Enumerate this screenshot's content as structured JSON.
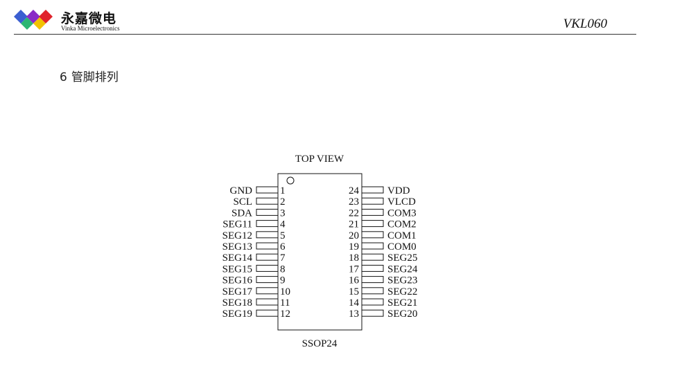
{
  "header": {
    "logo_cn": "永嘉微电",
    "logo_en": "Vinka Microelectronics",
    "doc_title": "VKL060",
    "logo_colors": [
      "#3b5fd1",
      "#8a2bc6",
      "#e0242c",
      "#2bb673",
      "#f2c200"
    ]
  },
  "section": {
    "number": "6",
    "title": "管脚排列"
  },
  "chip": {
    "view_label": "TOP VIEW",
    "package_label": "SSOP24",
    "left_pins": [
      {
        "num": "1",
        "name": "GND"
      },
      {
        "num": "2",
        "name": "SCL"
      },
      {
        "num": "3",
        "name": "SDA"
      },
      {
        "num": "4",
        "name": "SEG11"
      },
      {
        "num": "5",
        "name": "SEG12"
      },
      {
        "num": "6",
        "name": "SEG13"
      },
      {
        "num": "7",
        "name": "SEG14"
      },
      {
        "num": "8",
        "name": "SEG15"
      },
      {
        "num": "9",
        "name": "SEG16"
      },
      {
        "num": "10",
        "name": "SEG17"
      },
      {
        "num": "11",
        "name": "SEG18"
      },
      {
        "num": "12",
        "name": "SEG19"
      }
    ],
    "right_pins": [
      {
        "num": "24",
        "name": "VDD"
      },
      {
        "num": "23",
        "name": "VLCD"
      },
      {
        "num": "22",
        "name": "COM3"
      },
      {
        "num": "21",
        "name": "COM2"
      },
      {
        "num": "20",
        "name": "COM1"
      },
      {
        "num": "19",
        "name": "COM0"
      },
      {
        "num": "18",
        "name": "SEG25"
      },
      {
        "num": "17",
        "name": "SEG24"
      },
      {
        "num": "16",
        "name": "SEG23"
      },
      {
        "num": "15",
        "name": "SEG22"
      },
      {
        "num": "14",
        "name": "SEG21"
      },
      {
        "num": "13",
        "name": "SEG20"
      }
    ]
  }
}
